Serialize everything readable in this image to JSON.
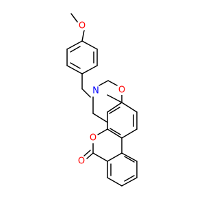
{
  "molecule": {
    "atoms": {
      "methoxy_o": {
        "symbol": "O",
        "color": "#ff0000"
      },
      "ring_n": {
        "symbol": "N",
        "color": "#0000ff"
      },
      "oxazine_o": {
        "symbol": "O",
        "color": "#ff0000"
      },
      "lactone_o": {
        "symbol": "O",
        "color": "#ff0000"
      },
      "carbonyl_o": {
        "symbol": "O",
        "color": "#ff0000"
      }
    }
  }
}
